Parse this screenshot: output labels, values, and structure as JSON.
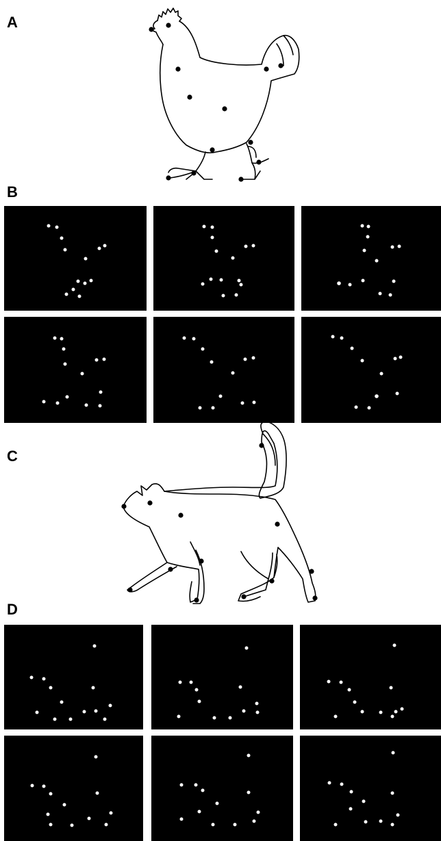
{
  "panels": {
    "a": "A",
    "b": "B",
    "c": "C",
    "d": "D"
  },
  "colors": {
    "background": "#ffffff",
    "frame_background": "#000000",
    "outline_dot": "#000000",
    "frame_dot": "#ffffff"
  }
}
